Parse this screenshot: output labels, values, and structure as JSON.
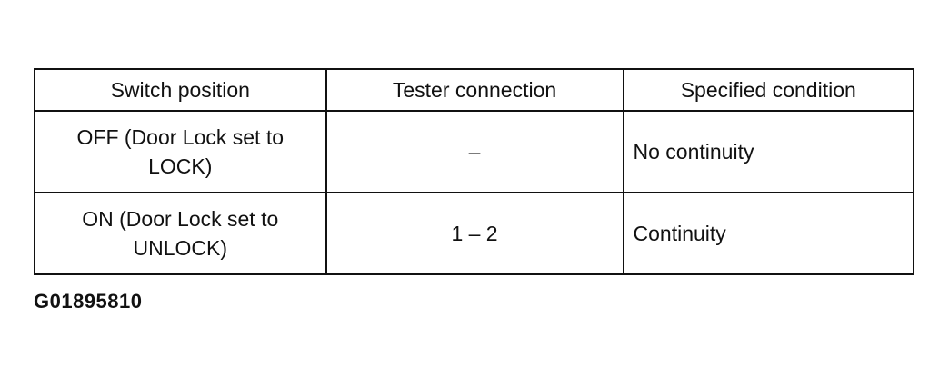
{
  "table": {
    "headers": [
      "Switch position",
      "Tester connection",
      "Specified  condition"
    ],
    "rows": [
      {
        "switch_position": "OFF (Door Lock set to LOCK)",
        "tester_connection": "–",
        "specified_condition": "No continuity"
      },
      {
        "switch_position": "ON (Door Lock set to UNLOCK)",
        "tester_connection": "1 – 2",
        "specified_condition": "Continuity"
      }
    ]
  },
  "figure_id": "G01895810"
}
